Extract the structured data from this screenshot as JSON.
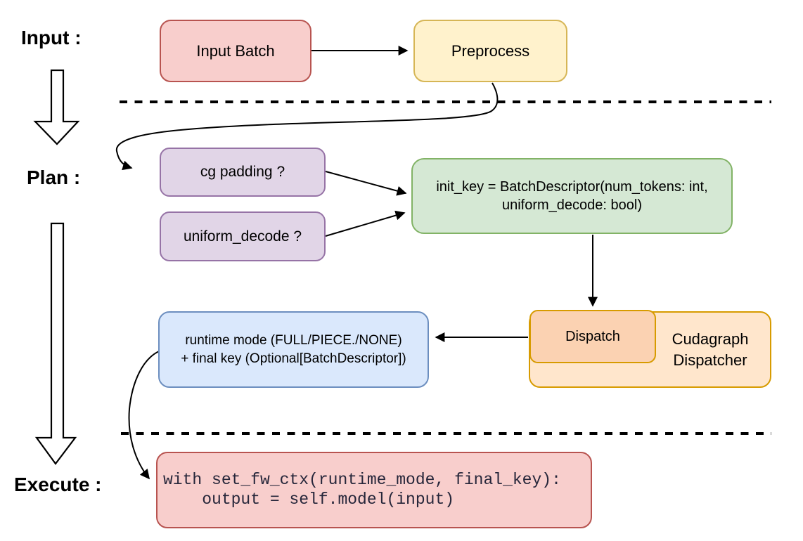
{
  "stages": {
    "input_label": "Input :",
    "plan_label": "Plan :",
    "execute_label": "Execute :"
  },
  "nodes": {
    "input_batch": {
      "label": "Input Batch"
    },
    "preprocess": {
      "label": "Preprocess"
    },
    "cg_padding": {
      "label": "cg padding ?"
    },
    "uniform_decode": {
      "label": "uniform_decode ?"
    },
    "init_key": {
      "line1": "init_key = BatchDescriptor(num_tokens: int,",
      "line2": "uniform_decode: bool)"
    },
    "dispatch": {
      "label": "Dispatch"
    },
    "cudagraph_dispatcher": {
      "line1": "Cudagraph",
      "line2": "Dispatcher"
    },
    "runtime_mode": {
      "line1": "runtime mode (FULL/PIECE./NONE)",
      "line2": "+ final key (Optional[BatchDescriptor])"
    },
    "execute_code": {
      "line1": "with set_fw_ctx(runtime_mode, final_key):",
      "line2": "    output = self.model(input)"
    }
  },
  "colors": {
    "red_fill": "#f8cecc",
    "red_stroke": "#b85450",
    "yellow_fill": "#fff2cc",
    "yellow_stroke": "#d6b656",
    "purple_fill": "#e1d5e7",
    "purple_stroke": "#9673a6",
    "green_fill": "#d5e8d4",
    "green_stroke": "#82b366",
    "blue_fill": "#dae8fc",
    "blue_stroke": "#6c8ebf",
    "orange_fill": "#ffe6cc",
    "orange_inner_fill": "#fbd2b2",
    "orange_stroke": "#d79b00",
    "connector": "#000000",
    "background": "#ffffff"
  }
}
